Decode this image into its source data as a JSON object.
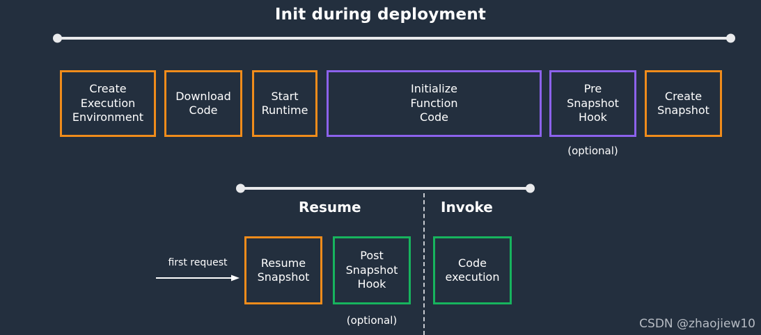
{
  "diagram": {
    "title": "Init during deployment",
    "background_color": "#232f3e",
    "colors": {
      "orange": "#f08c1b",
      "purple": "#8c62ec",
      "green": "#17b45e",
      "timeline": "#e9eaec",
      "text": "#ffffff",
      "watermark": "#b7bcc4"
    }
  },
  "top_section": {
    "timeline_name": "init-timeline",
    "steps": [
      {
        "label": "Create\nExecution\nEnvironment",
        "color": "orange",
        "optional": false
      },
      {
        "label": "Download\nCode",
        "color": "orange",
        "optional": false
      },
      {
        "label": "Start\nRuntime",
        "color": "orange",
        "optional": false
      },
      {
        "label": "Initialize\nFunction\nCode",
        "color": "purple",
        "optional": false
      },
      {
        "label": "Pre\nSnapshot\nHook",
        "color": "purple",
        "optional": true
      },
      {
        "label": "Create\nSnapshot",
        "color": "orange",
        "optional": false
      }
    ],
    "optional_caption": "(optional)"
  },
  "bottom_section": {
    "timeline_name": "resume-invoke-timeline",
    "phases": [
      {
        "label": "Resume"
      },
      {
        "label": "Invoke"
      }
    ],
    "trigger_label": "first request",
    "steps": [
      {
        "label": "Resume\nSnapshot",
        "color": "orange",
        "optional": false
      },
      {
        "label": "Post\nSnapshot\nHook",
        "color": "green",
        "optional": true
      },
      {
        "label": "Code\nexecution",
        "color": "green",
        "optional": false
      }
    ],
    "optional_caption": "(optional)"
  },
  "watermark": {
    "text": "CSDN @zhaojiew10"
  }
}
